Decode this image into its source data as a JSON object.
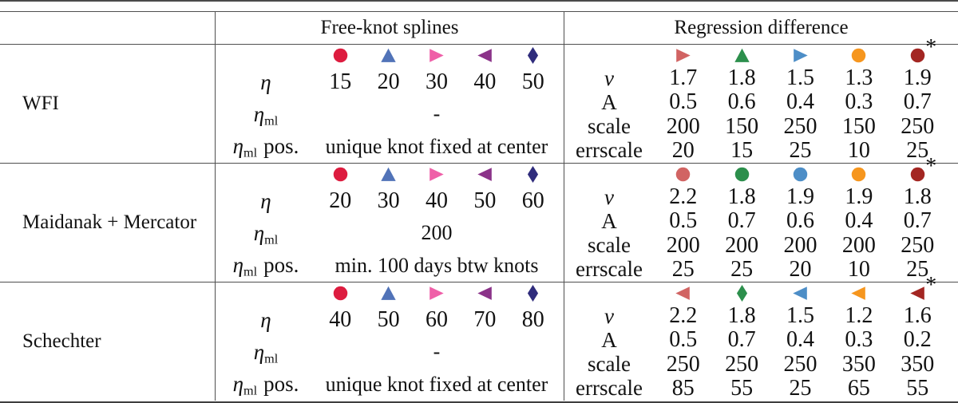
{
  "header": {
    "group1": "Free-knot splines",
    "group2": "Regression difference"
  },
  "labels": {
    "eta": "η",
    "ml": "ml",
    "pos": "pos.",
    "nu": "ν",
    "A": "A",
    "scale": "scale",
    "errscale": "errscale"
  },
  "rows": [
    {
      "name": "WFI",
      "spline": {
        "markers": [
          {
            "shape": "circle",
            "color": "#dd1c3f",
            "star": false
          },
          {
            "shape": "triangle-up",
            "color": "#5173b8",
            "star": false
          },
          {
            "shape": "triangle-right",
            "color": "#ef5fa8",
            "star": false
          },
          {
            "shape": "triangle-left",
            "color": "#8b3389",
            "star": false
          },
          {
            "shape": "diamond",
            "color": "#2f2c7c",
            "star": false
          }
        ],
        "eta": [
          "15",
          "20",
          "30",
          "40",
          "50"
        ],
        "eta_ml": "-",
        "eta_ml_pos": "unique knot fixed at center"
      },
      "regdiff": {
        "markers": [
          {
            "shape": "triangle-right",
            "color": "#d16463",
            "star": false
          },
          {
            "shape": "triangle-up",
            "color": "#2c8f4c",
            "star": false
          },
          {
            "shape": "triangle-right",
            "color": "#4d8ec7",
            "star": false
          },
          {
            "shape": "circle",
            "color": "#f6961e",
            "star": false
          },
          {
            "shape": "circle",
            "color": "#a32622",
            "star": true
          }
        ],
        "nu": [
          "1.7",
          "1.8",
          "1.5",
          "1.3",
          "1.9"
        ],
        "A": [
          "0.5",
          "0.6",
          "0.4",
          "0.3",
          "0.7"
        ],
        "scale": [
          "200",
          "150",
          "250",
          "150",
          "250"
        ],
        "errscale": [
          "20",
          "15",
          "25",
          "10",
          "25"
        ]
      }
    },
    {
      "name": "Maidanak + Mercator",
      "spline": {
        "markers": [
          {
            "shape": "circle",
            "color": "#dd1c3f",
            "star": false
          },
          {
            "shape": "triangle-up",
            "color": "#5173b8",
            "star": false
          },
          {
            "shape": "triangle-right",
            "color": "#ef5fa8",
            "star": false
          },
          {
            "shape": "triangle-left",
            "color": "#8b3389",
            "star": false
          },
          {
            "shape": "diamond",
            "color": "#2f2c7c",
            "star": false
          }
        ],
        "eta": [
          "20",
          "30",
          "40",
          "50",
          "60"
        ],
        "eta_ml": "200",
        "eta_ml_pos": "min. 100 days btw knots"
      },
      "regdiff": {
        "markers": [
          {
            "shape": "circle",
            "color": "#d16463",
            "star": false
          },
          {
            "shape": "circle",
            "color": "#2c8f4c",
            "star": false
          },
          {
            "shape": "circle",
            "color": "#4d8ec7",
            "star": false
          },
          {
            "shape": "circle",
            "color": "#f6961e",
            "star": false
          },
          {
            "shape": "circle",
            "color": "#a32622",
            "star": true
          }
        ],
        "nu": [
          "2.2",
          "1.8",
          "1.9",
          "1.9",
          "1.8"
        ],
        "A": [
          "0.5",
          "0.7",
          "0.6",
          "0.4",
          "0.7"
        ],
        "scale": [
          "200",
          "200",
          "200",
          "200",
          "250"
        ],
        "errscale": [
          "25",
          "25",
          "20",
          "10",
          "25"
        ]
      }
    },
    {
      "name": "Schechter",
      "spline": {
        "markers": [
          {
            "shape": "circle",
            "color": "#dd1c3f",
            "star": false
          },
          {
            "shape": "triangle-up",
            "color": "#5173b8",
            "star": false
          },
          {
            "shape": "triangle-right",
            "color": "#ef5fa8",
            "star": false
          },
          {
            "shape": "triangle-left",
            "color": "#8b3389",
            "star": false
          },
          {
            "shape": "diamond",
            "color": "#2f2c7c",
            "star": false
          }
        ],
        "eta": [
          "40",
          "50",
          "60",
          "70",
          "80"
        ],
        "eta_ml": "-",
        "eta_ml_pos": "unique knot fixed at center"
      },
      "regdiff": {
        "markers": [
          {
            "shape": "triangle-left",
            "color": "#d16463",
            "star": false
          },
          {
            "shape": "diamond",
            "color": "#2c8f4c",
            "star": false
          },
          {
            "shape": "triangle-left",
            "color": "#4d8ec7",
            "star": false
          },
          {
            "shape": "triangle-left",
            "color": "#f6961e",
            "star": false
          },
          {
            "shape": "triangle-left",
            "color": "#a32622",
            "star": true
          }
        ],
        "nu": [
          "2.2",
          "1.8",
          "1.5",
          "1.2",
          "1.6"
        ],
        "A": [
          "0.5",
          "0.7",
          "0.4",
          "0.3",
          "0.2"
        ],
        "scale": [
          "250",
          "250",
          "250",
          "350",
          "350"
        ],
        "errscale": [
          "85",
          "55",
          "25",
          "65",
          "55"
        ]
      }
    }
  ]
}
